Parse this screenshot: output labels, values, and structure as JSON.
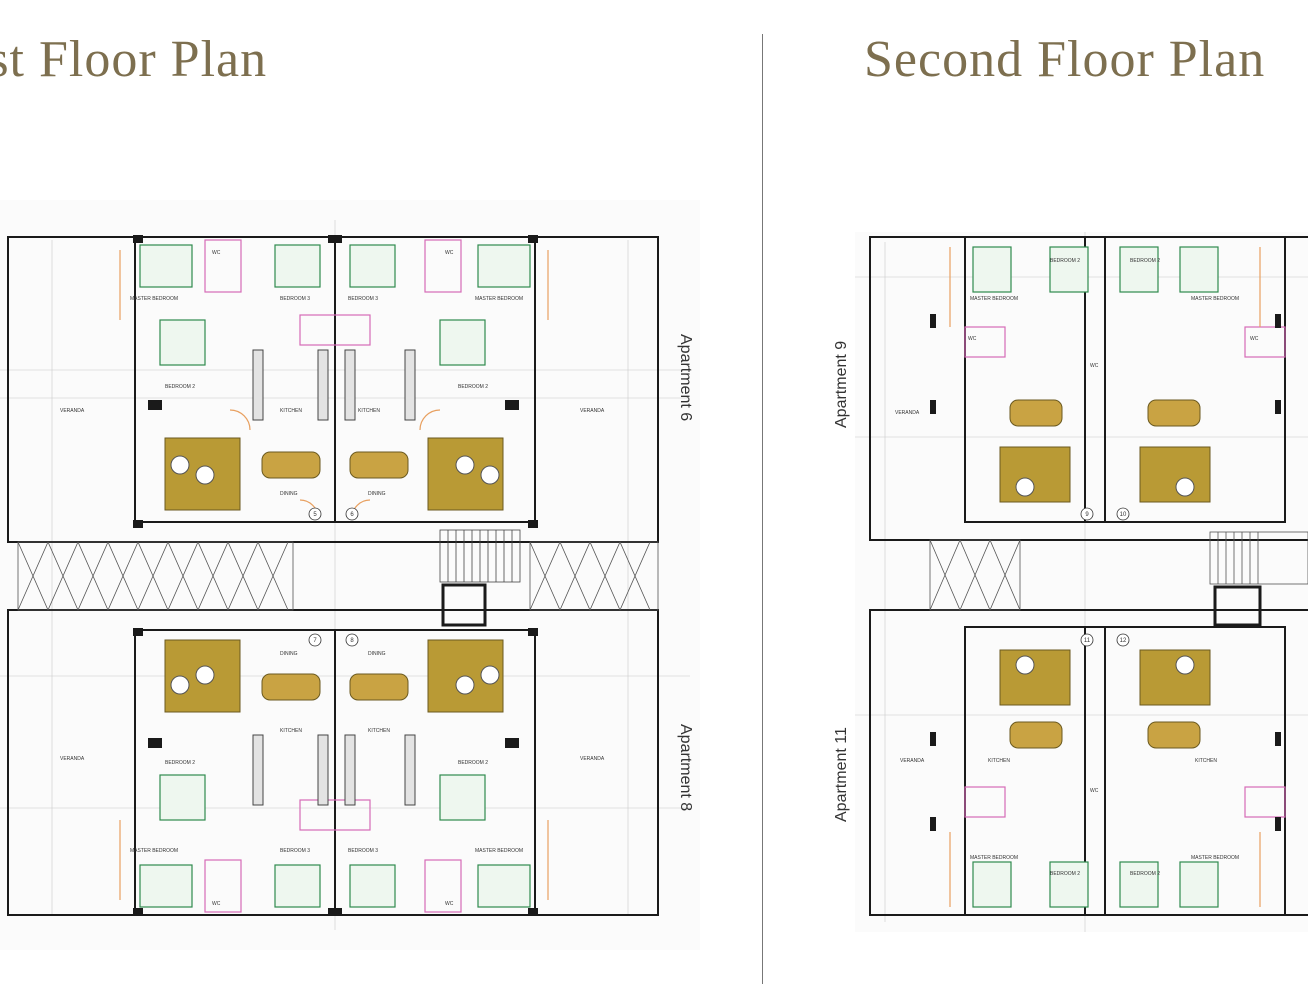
{
  "titles": {
    "first": "rst Floor Plan",
    "second": "Second Floor Plan"
  },
  "apartments": {
    "a6": "Apartment 6",
    "a8": "Apartment 8",
    "a9": "Apartment 9",
    "a11": "Apartment 11"
  },
  "rooms": {
    "master_bedroom": "MASTER BEDROOM",
    "bedroom2": "BEDROOM 2",
    "bedroom3": "BEDROOM 3",
    "wc": "WC",
    "kitchen": "KITCHEN",
    "dining": "DINING",
    "veranda": "VERANDA"
  },
  "doors": {
    "d5": "5",
    "d6": "6",
    "d7": "7",
    "d8": "8",
    "d9": "9",
    "d10": "10",
    "d11": "11",
    "d12": "12"
  },
  "colors": {
    "title": "#7d6f4f",
    "wall": "#1a1a1a",
    "rug": "#b99a35",
    "bed_green": "#2f8a4e",
    "wc_pink": "#d66bb7",
    "door_orange": "#e8a060",
    "grid": "#c9c9c9"
  }
}
